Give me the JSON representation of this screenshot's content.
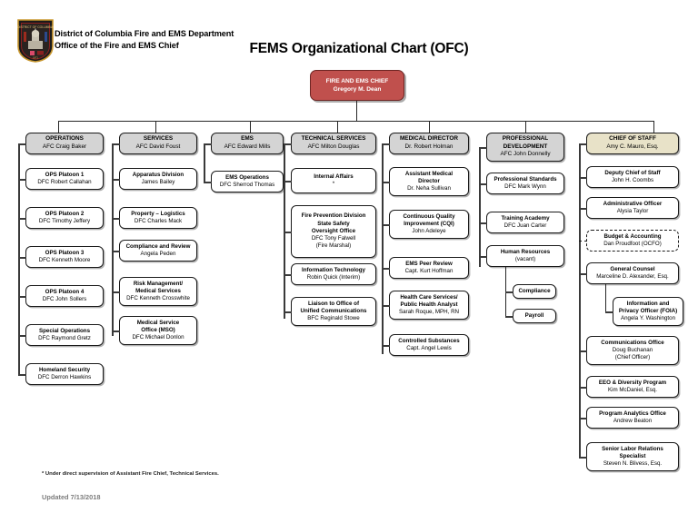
{
  "header": {
    "logo_alt": "dc-fire-ems-seal",
    "line1": "District of Columbia Fire and EMS Department",
    "line2": "Office of the Fire and EMS Chief",
    "title": "FEMS Organizational Chart (OFC)"
  },
  "colors": {
    "chief_fill": "#C0504D",
    "department_fill": "#D4D4D4",
    "chief_of_staff_fill": "#E8E2C8",
    "box_border": "#1A1A1A",
    "connector": "#262626",
    "updated_text": "#7D7D7D"
  },
  "chief": {
    "title": "FIRE AND EMS CHIEF",
    "name": "Gregory M. Dean"
  },
  "columns": [
    {
      "id": "operations",
      "head": {
        "title": "OPERATIONS",
        "name": "AFC Craig Baker"
      },
      "children": [
        {
          "l1": "OPS Platoon 1",
          "l2": "DFC Robert Callahan"
        },
        {
          "l1": "OPS Platoon 2",
          "l2": "DFC Timothy Jeffery"
        },
        {
          "l1": "OPS Platoon 3",
          "l2": "DFC Kenneth Moore"
        },
        {
          "l1": "OPS Platoon 4",
          "l2": "DFC John Sollers"
        },
        {
          "l1": "Special Operations",
          "l2": "DFC Raymond Gretz"
        },
        {
          "l1": "Homeland Security",
          "l2": "DFC Derron Hawkins"
        }
      ]
    },
    {
      "id": "services",
      "head": {
        "title": "SERVICES",
        "name": "AFC David Foust"
      },
      "children": [
        {
          "l1": "Apparatus Division",
          "l2": "James Bailey"
        },
        {
          "l1": "Property – Logistics",
          "l2": "DFC Charles Mack"
        },
        {
          "l1": "Compliance and Review",
          "l2": "Angela Peden"
        },
        {
          "l1": "Risk Management/",
          "l2": "Medical Services",
          "l3": "DFC Kenneth Crosswhite"
        },
        {
          "l1": "Medical Service",
          "l2": "Office (MSO)",
          "l3": "DFC Michael Donlon"
        }
      ]
    },
    {
      "id": "ems",
      "head": {
        "title": "EMS",
        "name": "AFC Edward Mills"
      },
      "children": [
        {
          "l1": "EMS Operations",
          "l2": "DFC Sherrod Thomas"
        }
      ]
    },
    {
      "id": "technical-services",
      "head": {
        "title": "TECHNICAL SERVICES",
        "name": "AFC Milton Douglas"
      },
      "children": [
        {
          "l1": "Internal Affairs",
          "l2": "*"
        },
        {
          "l1": "Fire Prevention Division",
          "l2": "State Safety",
          "l3": "Oversight Office",
          "l4": "DFC Tony Falwell",
          "l5": "(Fire Marshal)"
        },
        {
          "l1": "Information Technology",
          "l2": "Robin Quick (Interim)"
        },
        {
          "l1": "Liaison to Office of",
          "l2": "Unified Communications",
          "l3": "BFC Reginald Stowe"
        }
      ]
    },
    {
      "id": "medical-director",
      "head": {
        "title": "MEDICAL DIRECTOR",
        "name": "Dr. Robert Holman"
      },
      "children": [
        {
          "l1": "Assistant Medical",
          "l2": "Director",
          "l3": "Dr. Neha Sullivan"
        },
        {
          "l1": "Continuous Quality",
          "l2": "Improvement (CQI)",
          "l3": "John Adeleye"
        },
        {
          "l1": "EMS Peer Review",
          "l2": "Capt. Kurt Hoffman"
        },
        {
          "l1": "Health Care Services/",
          "l2": "Public Health Analyst",
          "l3": "Sarah Roque, MPH, RN"
        },
        {
          "l1": "Controlled Substances",
          "l2": "Capt. Angel Lewis"
        }
      ]
    },
    {
      "id": "professional-development",
      "head": {
        "title": "PROFESSIONAL",
        "title2": "DEVELOPMENT",
        "name": "AFC John Donnelly"
      },
      "children": [
        {
          "l1": "Professional Standards",
          "l2": "DFC Mark Wynn"
        },
        {
          "l1": "Training Academy",
          "l2": "DFC Juan Carter"
        },
        {
          "l1": "Human Resources",
          "l2": "(vacant)"
        }
      ],
      "grandchildren": [
        {
          "l1": "Compliance"
        },
        {
          "l1": "Payroll"
        }
      ]
    },
    {
      "id": "chief-of-staff",
      "head": {
        "title": "CHIEF OF STAFF",
        "name": "Amy C. Mauro, Esq."
      },
      "children": [
        {
          "l1": "Deputy Chief of Staff",
          "l2": "John H. Coombs"
        },
        {
          "l1": "Administrative Officer",
          "l2": "Alysia Taylor"
        },
        {
          "l1": "Budget & Accounting",
          "l2": "Dan Proudfoot (OCFO)",
          "dashed": true
        },
        {
          "l1": "General Counsel",
          "l2": "Marceline D. Alexander, Esq."
        },
        {
          "l1": "Communications Office",
          "l2": "Doug Buchanan",
          "l3": "(Chief Officer)"
        },
        {
          "l1": "EEO & Diversity Program",
          "l2": "Kim McDaniel, Esq."
        },
        {
          "l1": "Program Analytics Office",
          "l2": "Andrew Beaton"
        },
        {
          "l1": "Senior Labor Relations",
          "l2": "Specialist",
          "l3": "Steven N. Blivess, Esq."
        }
      ],
      "grandchildren": [
        {
          "l1": "Information and",
          "l2": "Privacy Officer (FOIA)",
          "l3": "Angela Y. Washington"
        }
      ]
    }
  ],
  "footer": {
    "footnote": "* Under direct supervision of Assistant Fire Chief, Technical Services.",
    "updated": "Updated 7/13/2018"
  }
}
